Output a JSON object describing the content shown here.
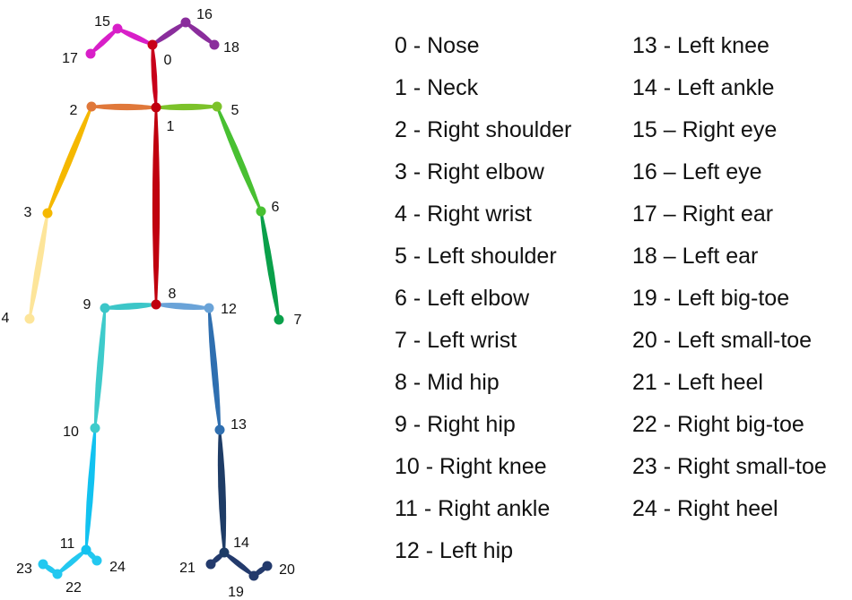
{
  "keypoint_labels": [
    "0",
    "1",
    "2",
    "3",
    "4",
    "5",
    "6",
    "7",
    "8",
    "9",
    "10",
    "11",
    "12",
    "13",
    "14",
    "15",
    "16",
    "17",
    "18",
    "19",
    "20",
    "21",
    "22",
    "23",
    "24"
  ],
  "legend_left": [
    "0 - Nose",
    "1 - Neck",
    "2 - Right shoulder",
    "3 - Right elbow",
    "4 - Right wrist",
    "5 - Left shoulder",
    "6 - Left elbow",
    "7 - Left wrist",
    "8 - Mid hip",
    "9 - Right hip",
    "10 - Right knee",
    "11 - Right ankle",
    "12 - Left hip"
  ],
  "legend_right": [
    "13 - Left knee",
    "14 - Left ankle",
    "15 – Right eye",
    "16 – Left eye",
    "17 – Right ear",
    "18 – Left ear",
    "19 - Left big-toe",
    "20 - Left small-toe",
    "21 - Left heel",
    "22 - Right big-toe",
    "23 - Right small-toe",
    "24 - Right heel"
  ],
  "colors": {
    "neck_spine": "#c0000e",
    "nose_neck": "#c8001a",
    "right_shoulder_seg": "#e0783a",
    "right_upper_arm": "#f5b800",
    "right_forearm": "#fde59a",
    "left_shoulder_seg": "#7cc22a",
    "left_upper_arm": "#48c032",
    "left_forearm": "#0aa04a",
    "right_hip_seg": "#3cc6c8",
    "right_thigh": "#3ecbcb",
    "right_shin": "#12c2f0",
    "right_foot": "#23c8f0",
    "left_hip_seg": "#6aa3d8",
    "left_thigh": "#2f6fb0",
    "left_shin": "#1e3c66",
    "left_foot": "#233a6c",
    "right_face": "#d81fc8",
    "left_face": "#8a2d9c"
  }
}
